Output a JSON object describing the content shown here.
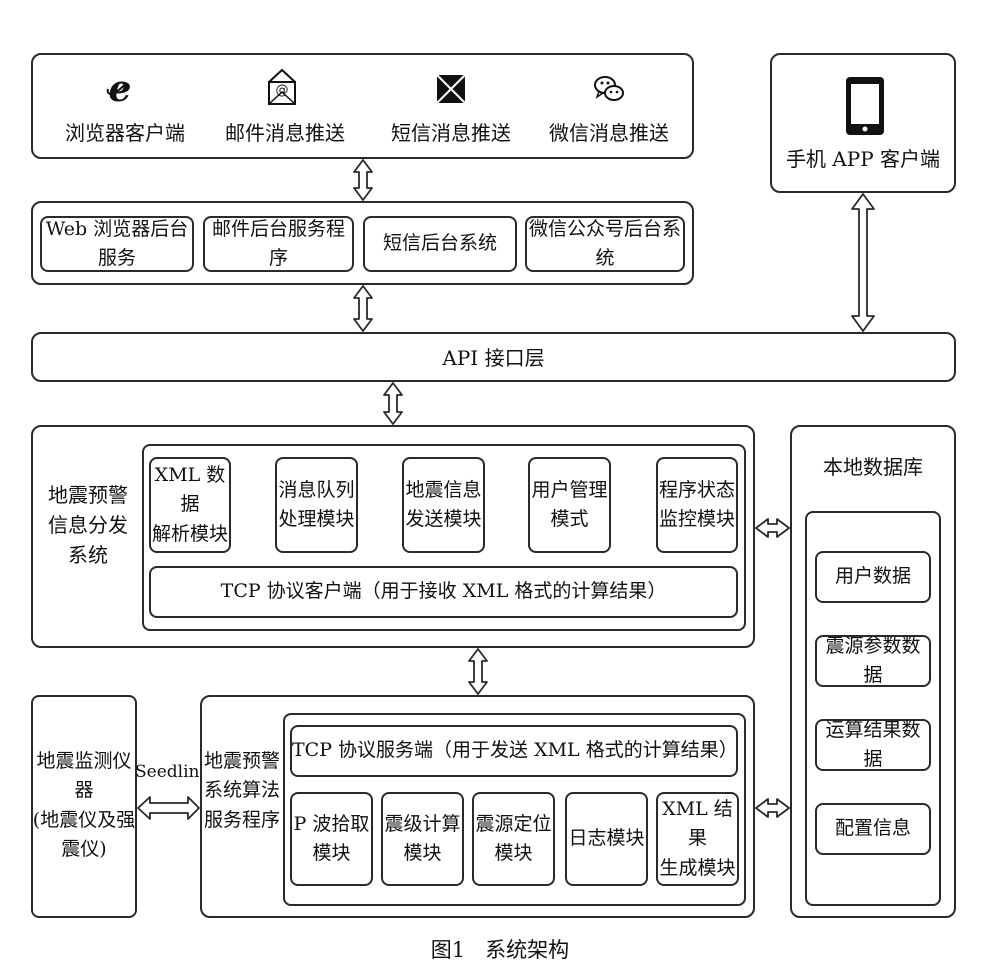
{
  "clients": {
    "browser": "浏览器客户端",
    "email": "邮件消息推送",
    "sms": "短信消息推送",
    "wechat": "微信消息推送"
  },
  "mobile_app": "手机 APP 客户端",
  "backend": {
    "web": "Web 浏览器后台服务",
    "email": "邮件后台服务程序",
    "sms": "短信后台系统",
    "wechat": "微信公众号后台系统"
  },
  "api_layer": "API 接口层",
  "distribution": {
    "title": "地震预警\n信息分发\n系统",
    "modules": [
      "XML 数据\n解析模块",
      "消息队列\n处理模块",
      "地震信息\n发送模块",
      "用户管理\n模式",
      "程序状态\n监控模块"
    ],
    "tcp_client": "TCP 协议客户端（用于接收 XML 格式的计算结果）"
  },
  "database": {
    "title": "本地数据库",
    "items": [
      "用户数据",
      "震源参数数据",
      "运算结果数据",
      "配置信息"
    ]
  },
  "instrument": {
    "name": "地震监测仪器\n(地震仪及强\n震仪)",
    "link": "Seedlink"
  },
  "algorithm": {
    "title": "地震预警\n系统算法\n服务程序",
    "tcp_server": "TCP 协议服务端（用于发送 XML 格式的计算结果）",
    "modules": [
      "P 波拾取\n模块",
      "震级计算\n模块",
      "震源定位\n模块",
      "日志模块",
      "XML 结果\n生成模块"
    ]
  },
  "caption": "图1   系统架构"
}
